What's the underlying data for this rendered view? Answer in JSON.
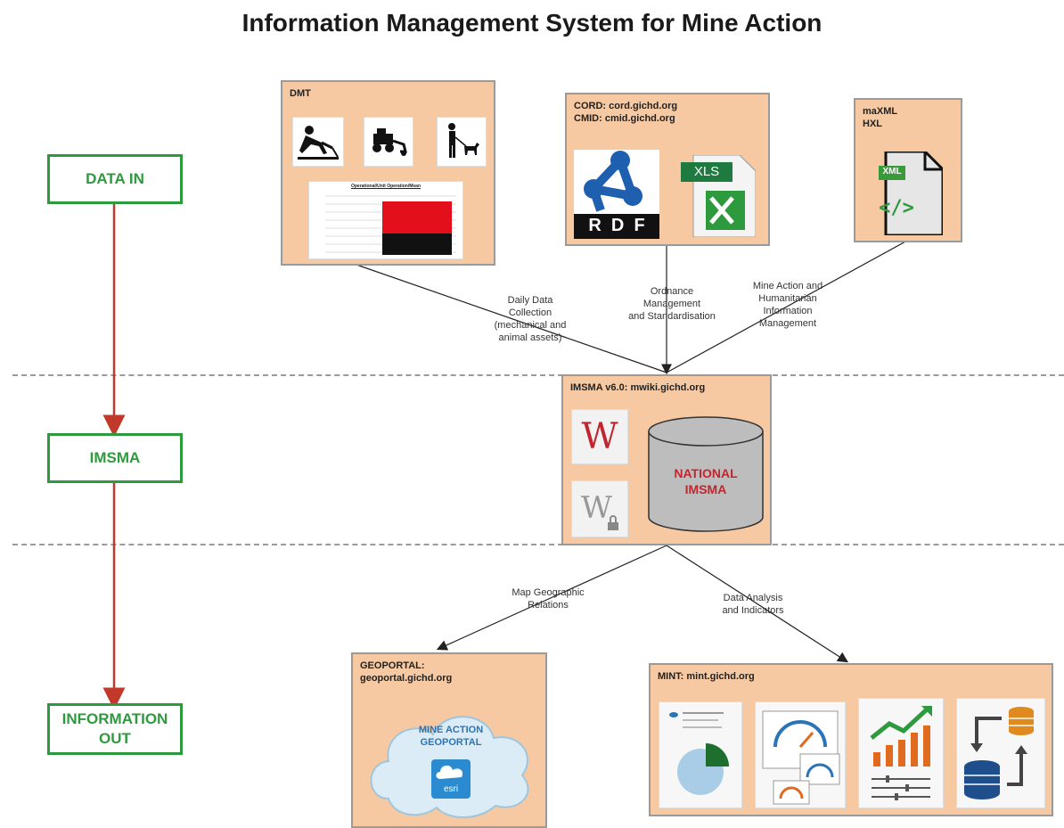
{
  "title": "Information Management System for Mine Action",
  "stages": {
    "data_in": "DATA IN",
    "imsma": "IMSMA",
    "information_out": "INFORMATION\nOUT"
  },
  "sources": {
    "dmt": {
      "label": "DMT",
      "chart_caption": "Operational/Unit Operation/Mean"
    },
    "cord": {
      "label": "CORD: cord.gichd.org\nCMID: cmid.gichd.org",
      "rdf": "R  D  F",
      "xls": "XLS"
    },
    "maxml": {
      "label": "maXML\nHXL",
      "file_tag": "XML"
    }
  },
  "edges": {
    "daily": "Daily Data\nCollection\n(mechanical and\nanimal assets)",
    "ordnance": "Ordnance\nManagement\nand Standardisation",
    "mine_action": "Mine Action and\nHumanitarian\nInformation\nManagement",
    "map": "Map Geographic\nRelations",
    "analysis": "Data Analysis\nand Indicators"
  },
  "imsma_box": {
    "label": "IMSMA v6.0: mwiki.gichd.org",
    "db": "NATIONAL\nIMSMA"
  },
  "geoportal": {
    "label": "GEOPORTAL:\ngeoportal.gichd.org",
    "cloud": "MINE ACTION\nGEOPORTAL",
    "esri": "esri"
  },
  "mint": {
    "label": "MINT: mint.gichd.org"
  },
  "colors": {
    "green": "#2e9a3e",
    "red": "#c0392b",
    "peach": "#f6c9a3"
  }
}
